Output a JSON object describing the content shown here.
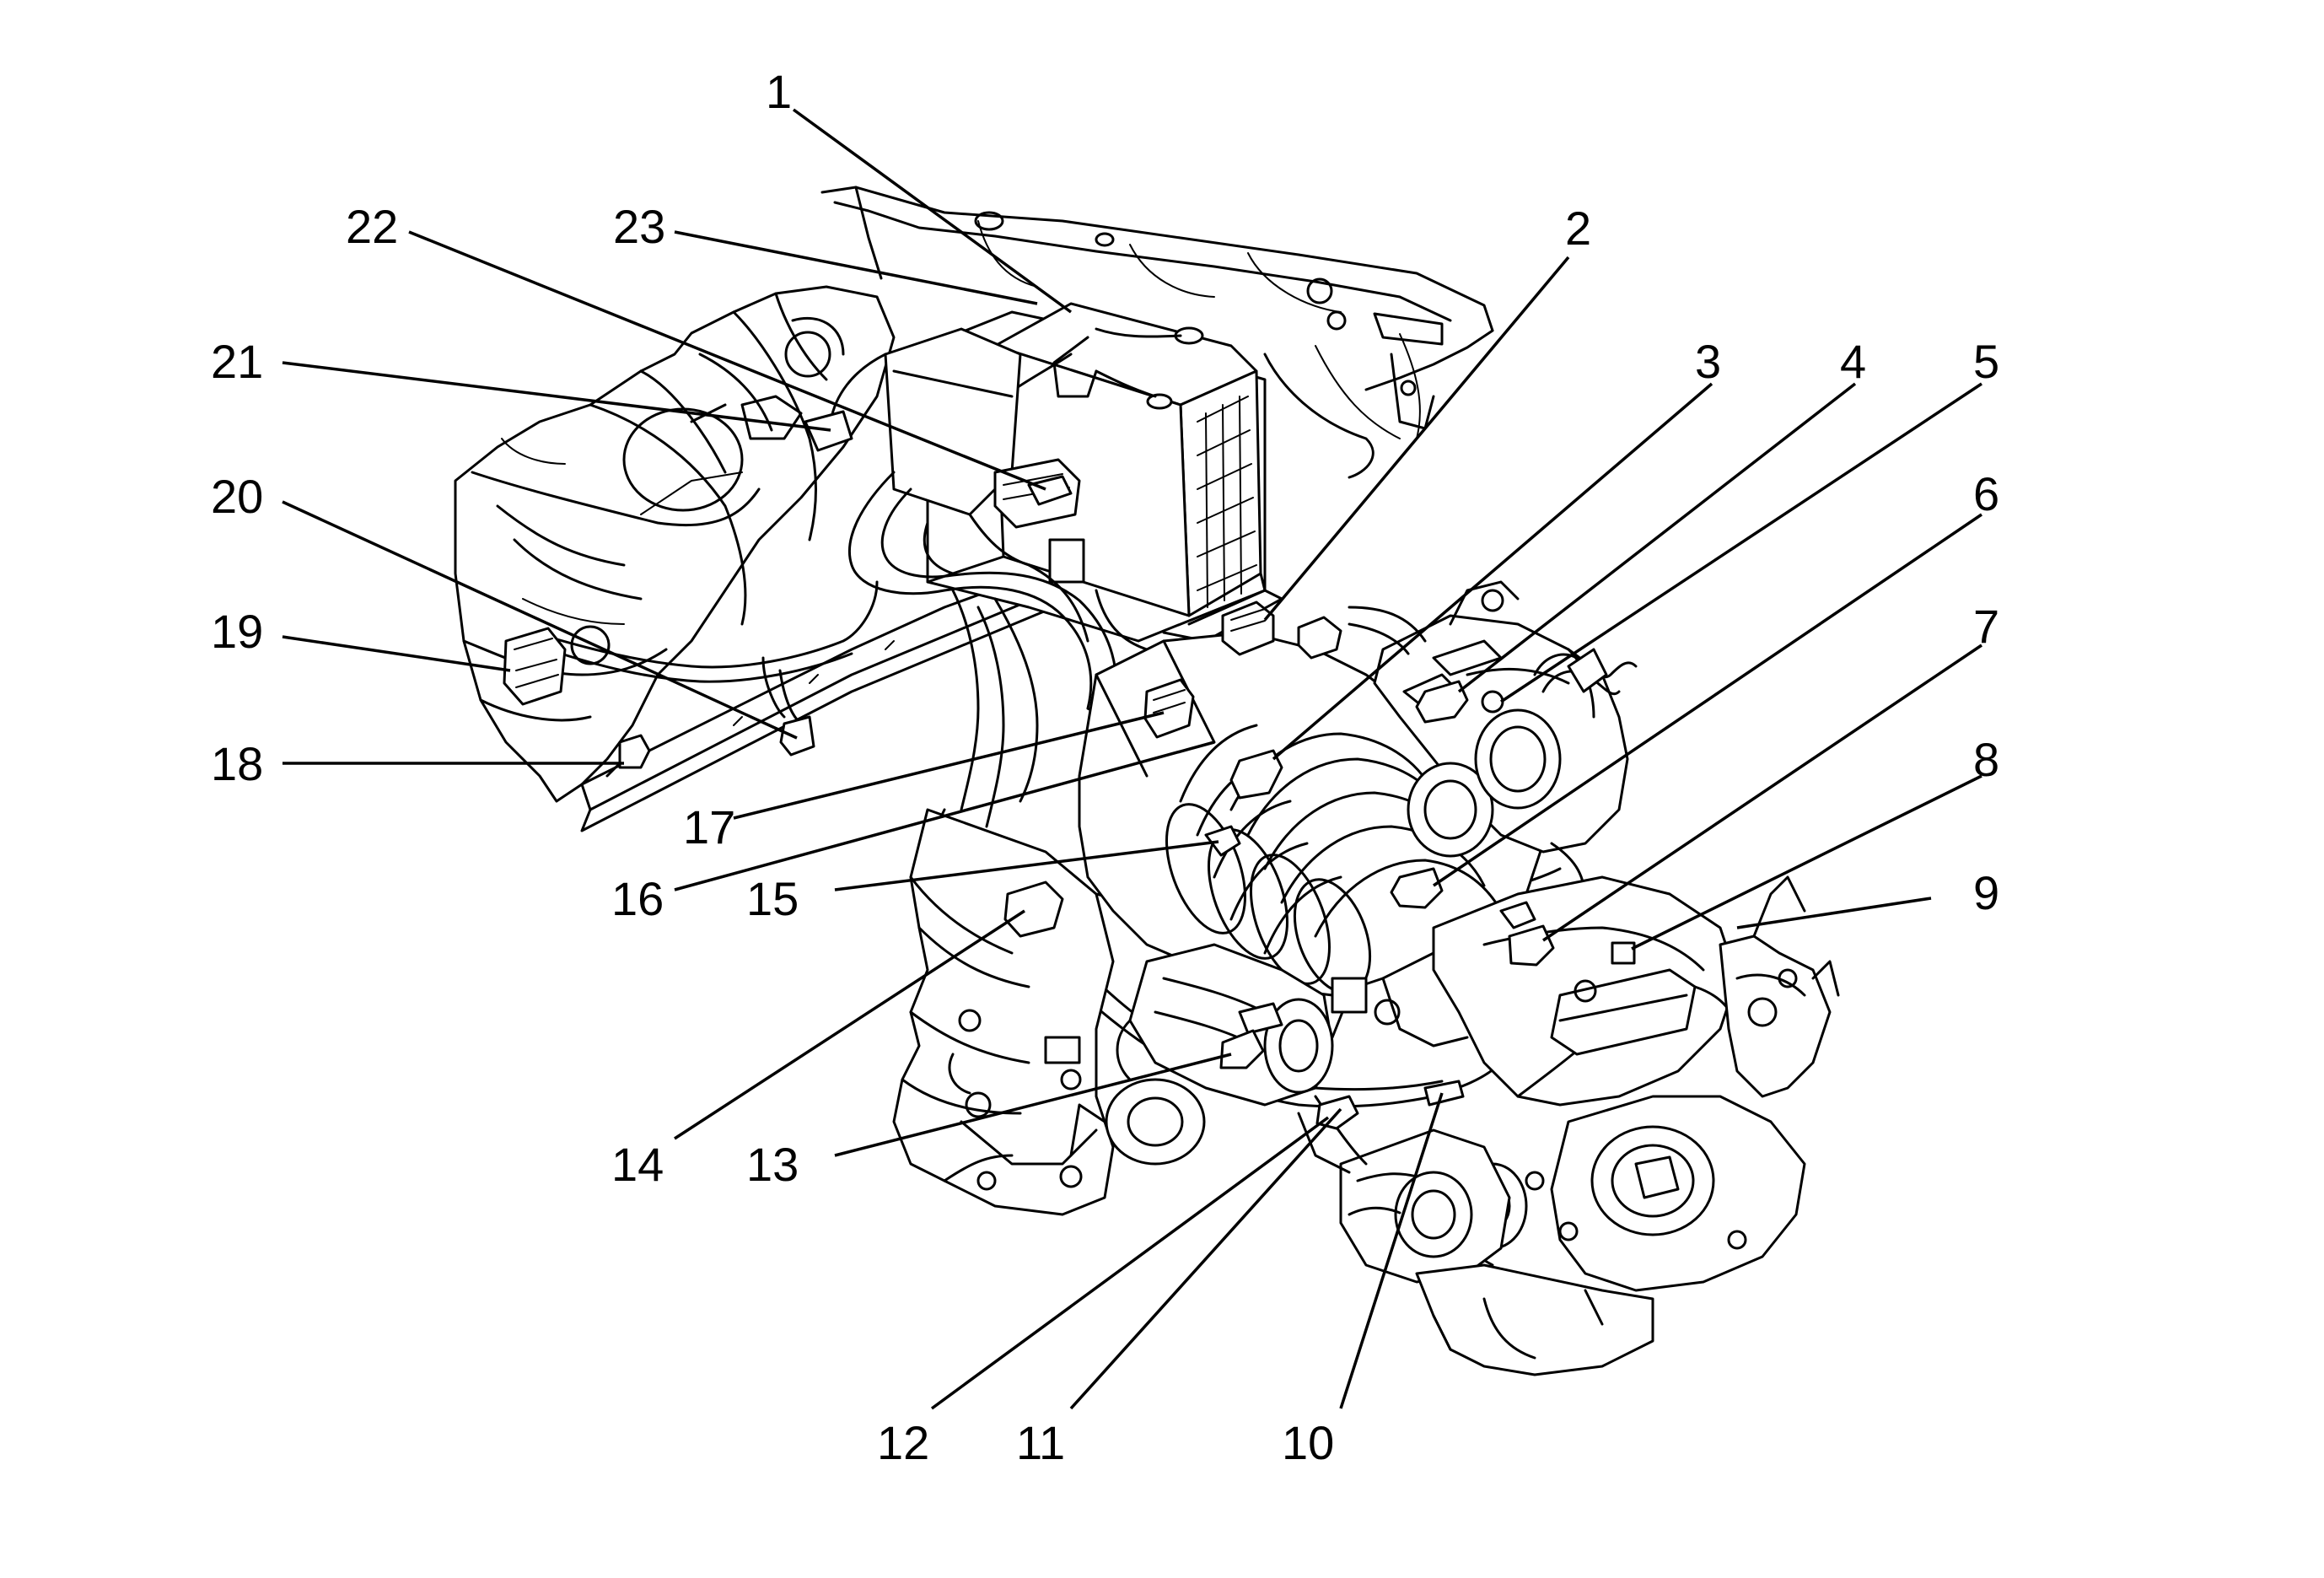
{
  "callouts": [
    {
      "label": "1",
      "part": "battery"
    },
    {
      "label": "2",
      "part": "harness-connector"
    },
    {
      "label": "3",
      "part": "harness-connector"
    },
    {
      "label": "4",
      "part": "harness-connector"
    },
    {
      "label": "5",
      "part": "harness-connector"
    },
    {
      "label": "6",
      "part": "harness-connector"
    },
    {
      "label": "7",
      "part": "harness-connector"
    },
    {
      "label": "8",
      "part": "harness-connector"
    },
    {
      "label": "9",
      "part": "harness-connector"
    },
    {
      "label": "10",
      "part": "harness-connector"
    },
    {
      "label": "11",
      "part": "harness-connector"
    },
    {
      "label": "12",
      "part": "harness-connector"
    },
    {
      "label": "13",
      "part": "starter-connector"
    },
    {
      "label": "14",
      "part": "harness-connector"
    },
    {
      "label": "15",
      "part": "harness-connector"
    },
    {
      "label": "16",
      "part": "harness-connector"
    },
    {
      "label": "17",
      "part": "harness-connector"
    },
    {
      "label": "18",
      "part": "harness-connector"
    },
    {
      "label": "19",
      "part": "harness-connector"
    },
    {
      "label": "20",
      "part": "harness-connector"
    },
    {
      "label": "21",
      "part": "harness-connector"
    },
    {
      "label": "22",
      "part": "fuse-block"
    },
    {
      "label": "23",
      "part": "harness-connector"
    }
  ],
  "colors": {
    "ink": "#000000",
    "background": "#ffffff"
  }
}
